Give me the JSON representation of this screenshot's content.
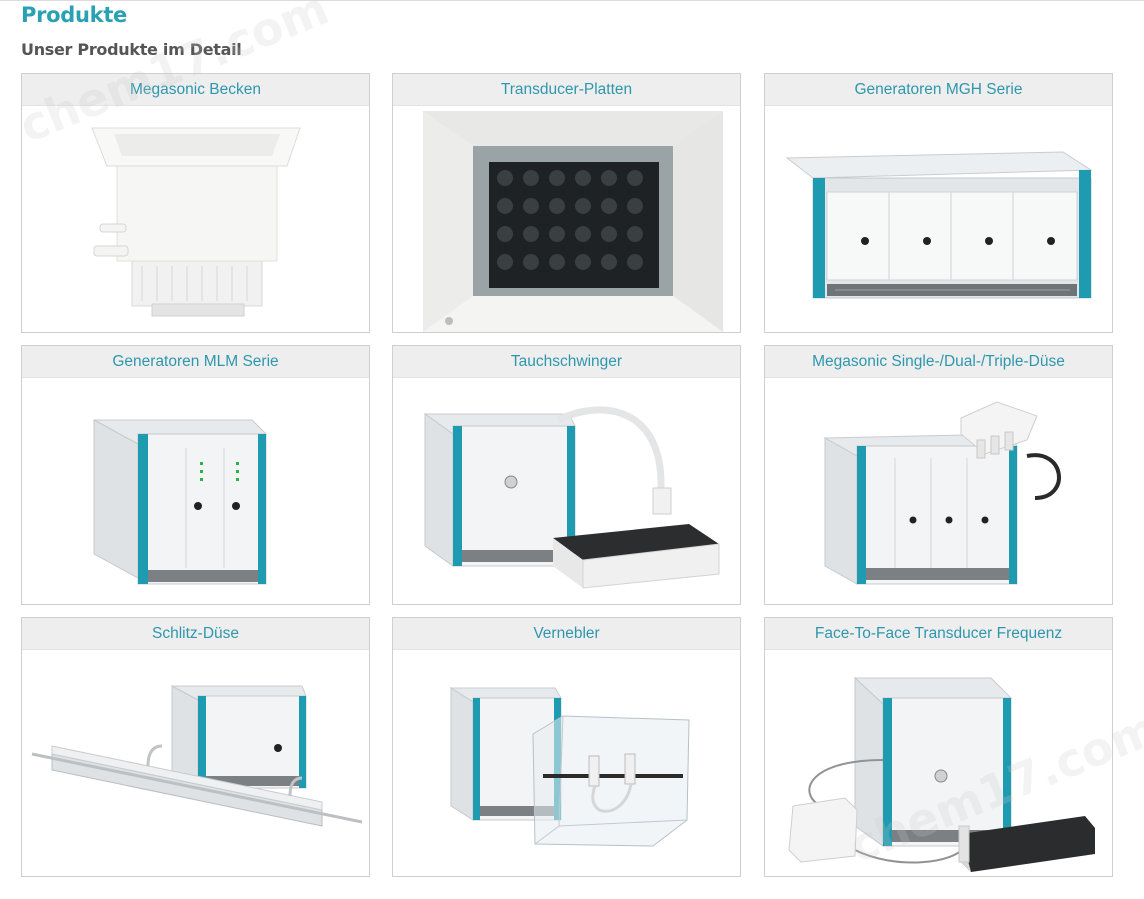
{
  "header": {
    "title": "Produkte",
    "subtitle": "Unser Produkte im Detail"
  },
  "colors": {
    "accent": "#2aa0b3",
    "card_title": "#2e97ad",
    "card_header_bg": "#eeeeee",
    "teal_frame": "#1e9bb0"
  },
  "products": [
    {
      "label": "Megasonic Becken",
      "image": "megasonic-tank-image"
    },
    {
      "label": "Transducer-Platten",
      "image": "transducer-plate-image"
    },
    {
      "label": "Generatoren MGH Serie",
      "image": "mgh-generator-image"
    },
    {
      "label": "Generatoren MLM Serie",
      "image": "mlm-generator-image"
    },
    {
      "label": "Tauchschwinger",
      "image": "immersion-transducer-image"
    },
    {
      "label": "Megasonic Single-/Dual-/Triple-Düse",
      "image": "megasonic-nozzle-image"
    },
    {
      "label": "Schlitz-Düse",
      "image": "slit-nozzle-image"
    },
    {
      "label": "Vernebler",
      "image": "nebulizer-image"
    },
    {
      "label": "Face-To-Face Transducer Frequenz",
      "image": "face-to-face-transducer-image"
    }
  ],
  "watermarks": [
    "chem17.com",
    "chem17.com"
  ]
}
